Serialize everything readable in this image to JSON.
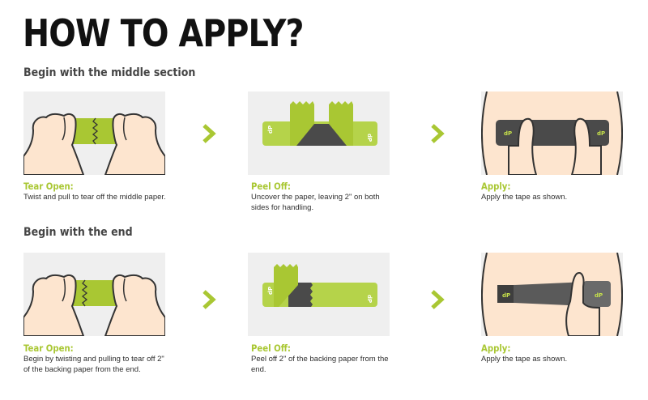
{
  "page": {
    "title": "HOW TO APPLY?",
    "accent_color": "#a9c733",
    "dark_tape_color": "#4a4a4a",
    "skin_color": "#fde5cf"
  },
  "sections": [
    {
      "heading": "Begin with the middle section",
      "steps": [
        {
          "label": "Tear Open:",
          "description": "Twist and pull to tear off the middle paper."
        },
        {
          "label": "Peel Off:",
          "description": "Uncover the paper, leaving 2\" on both sides for handling."
        },
        {
          "label": "Apply:",
          "description": "Apply the tape as shown."
        }
      ]
    },
    {
      "heading": "Begin with the end",
      "steps": [
        {
          "label": "Tear Open:",
          "description": "Begin by twisting and pulling to tear off 2\" of the backing paper from the end."
        },
        {
          "label": "Peel Off:",
          "description": "Peel off 2\" of the backing paper from the end."
        },
        {
          "label": "Apply:",
          "description": "Apply the tape as shown."
        }
      ]
    }
  ],
  "icons": {
    "next_arrow": "chevron-right-icon",
    "tape_logo": "tape-logo-icon"
  }
}
